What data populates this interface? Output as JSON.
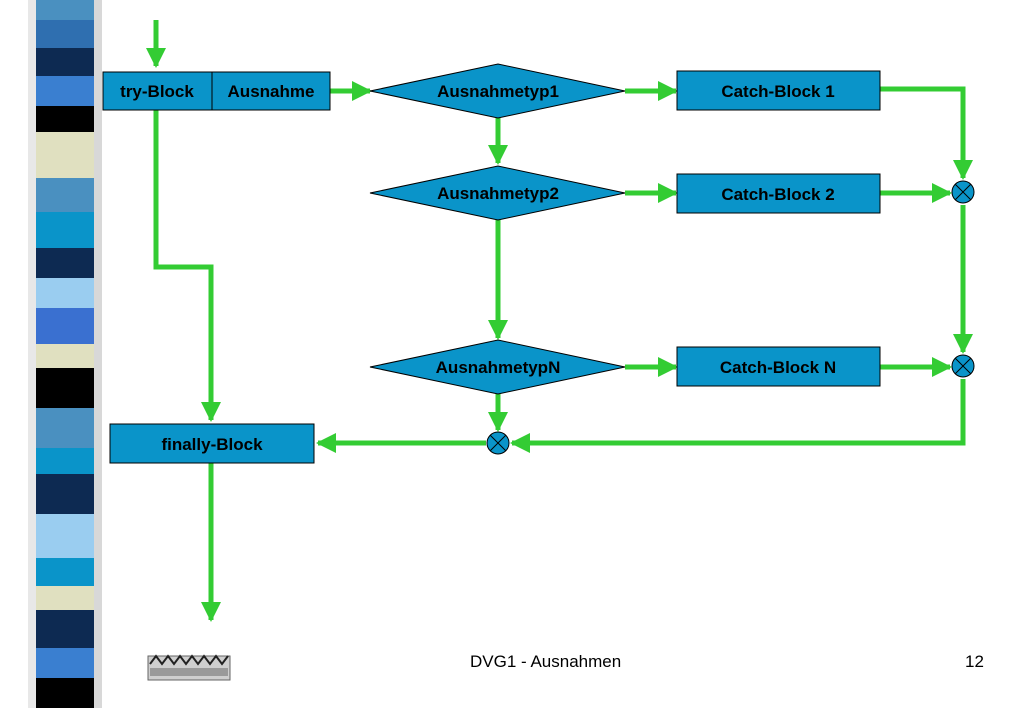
{
  "diagram": {
    "nodes": {
      "try_block": "try-Block",
      "exception": "Ausnahme",
      "type1": "Ausnahmetyp1",
      "type2": "Ausnahmetyp2",
      "typeN": "AusnahmetypN",
      "catch1": "Catch-Block 1",
      "catch2": "Catch-Block 2",
      "catchN": "Catch-Block N",
      "finally_block": "finally-Block"
    },
    "colors": {
      "box_fill": "#0a94c9",
      "arrow": "#33cc33",
      "border": "#000000"
    }
  },
  "footer": {
    "title": "DVG1 - Ausnahmen",
    "page": "12",
    "logo_icon": "institute-logo"
  }
}
